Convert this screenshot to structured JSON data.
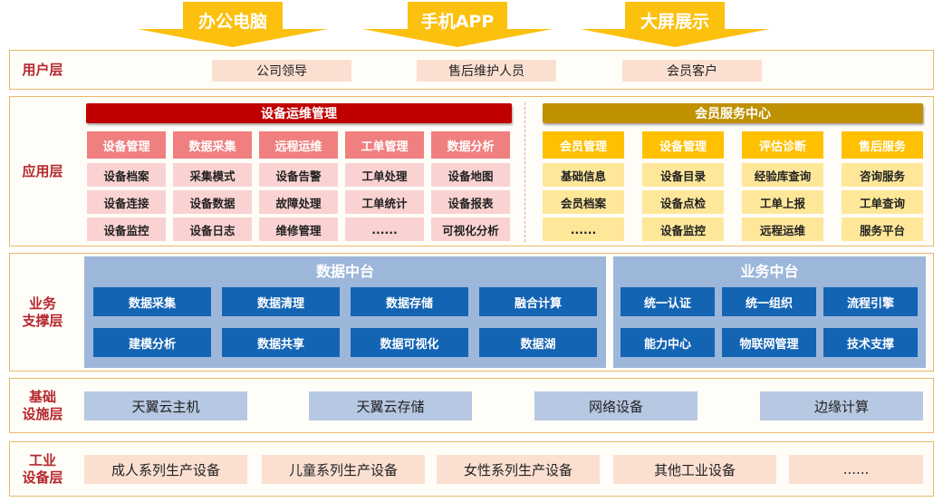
{
  "top_arrows": [
    "办公电脑",
    "手机APP",
    "大屏展示"
  ],
  "user_layer": {
    "label": "用户层",
    "items": [
      "公司领导",
      "售后维护人员",
      "会员客户"
    ]
  },
  "app_layer": {
    "label": "应用层",
    "device_ops": {
      "title": "设备运维管理",
      "columns": [
        {
          "head": "设备管理",
          "cells": [
            "设备档案",
            "设备连接",
            "设备监控"
          ]
        },
        {
          "head": "数据采集",
          "cells": [
            "采集模式",
            "设备数据",
            "设备日志"
          ]
        },
        {
          "head": "远程运维",
          "cells": [
            "设备告警",
            "故障处理",
            "维修管理"
          ]
        },
        {
          "head": "工单管理",
          "cells": [
            "工单处理",
            "工单统计",
            "......"
          ]
        },
        {
          "head": "数据分析",
          "cells": [
            "设备地图",
            "设备报表",
            "可视化分析"
          ]
        }
      ]
    },
    "member_center": {
      "title": "会员服务中心",
      "columns": [
        {
          "head": "会员管理",
          "cells": [
            "基础信息",
            "会员档案",
            "......"
          ]
        },
        {
          "head": "设备管理",
          "cells": [
            "设备目录",
            "设备点检",
            "设备监控"
          ]
        },
        {
          "head": "评估诊断",
          "cells": [
            "经验库查询",
            "工单上报",
            "远程运维"
          ]
        },
        {
          "head": "售后服务",
          "cells": [
            "咨询服务",
            "工单查询",
            "服务平台"
          ]
        }
      ]
    }
  },
  "support_layer": {
    "label_line1": "业务",
    "label_line2": "支撑层",
    "data_platform": {
      "title": "数据中台",
      "items": [
        "数据采集",
        "数据清理",
        "数据存储",
        "融合计算",
        "建模分析",
        "数据共享",
        "数据可视化",
        "数据湖"
      ]
    },
    "biz_platform": {
      "title": "业务中台",
      "items": [
        "统一认证",
        "统一组织",
        "流程引擎",
        "能力中心",
        "物联网管理",
        "技术支撑"
      ]
    }
  },
  "infra_layer": {
    "label_line1": "基础",
    "label_line2": "设施层",
    "items": [
      "天翼云主机",
      "天翼云存储",
      "网络设备",
      "边缘计算"
    ]
  },
  "industrial_layer": {
    "label_line1": "工业",
    "label_line2": "设备层",
    "items": [
      "成人系列生产设备",
      "儿童系列生产设备",
      "女性系列生产设备",
      "其他工业设备",
      "......"
    ]
  },
  "colors": {
    "arrow": "#fcc00e",
    "label": "#b5272d",
    "device_ops_bar": "#c00000",
    "member_bar": "#bf9000",
    "platform": "#9db7da",
    "dark_blue": "#1464b4"
  }
}
